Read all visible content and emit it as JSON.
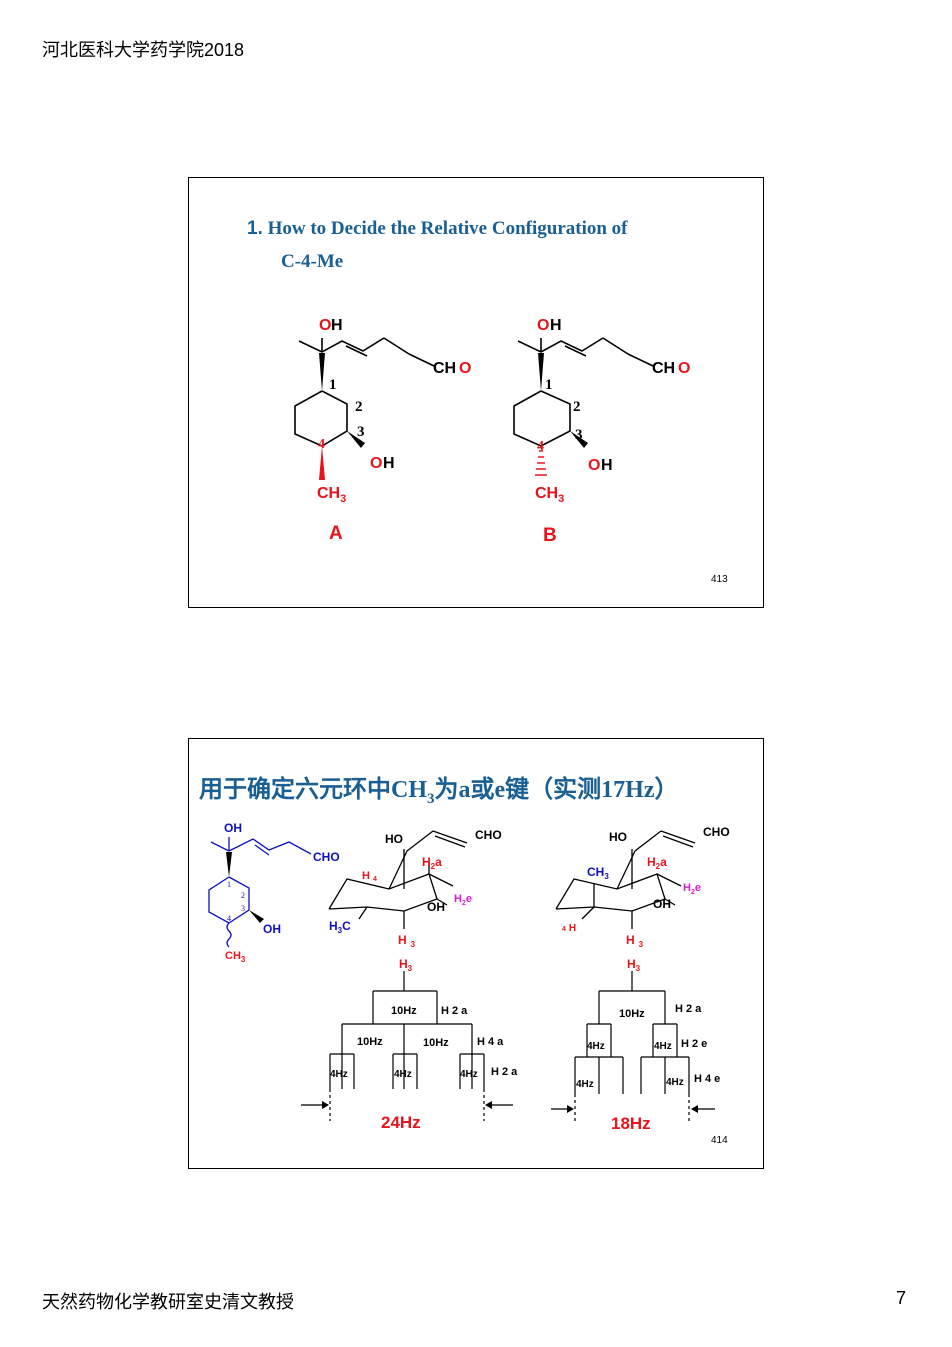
{
  "header": {
    "institution": "河北医科大学药学院2018"
  },
  "footer": {
    "department": "天然药物化学教研室史清文教授",
    "page_number": "7"
  },
  "slide1": {
    "title_number": "1.",
    "title_line1": "How to Decide the Relative Configuration of",
    "title_line2": "C-4-Me",
    "slide_number": "413",
    "structure_a": {
      "label": "A",
      "substituents": {
        "oh_top_o": "O",
        "oh_top_h": "H",
        "cho_ch": "CH",
        "cho_o": "O",
        "oh3_o": "O",
        "oh3_h": "H",
        "ch3": "CH",
        "ch3_sub": "3"
      },
      "atom_numbers": [
        "1",
        "2",
        "3",
        "4"
      ]
    },
    "structure_b": {
      "label": "B",
      "substituents": {
        "oh_top_o": "O",
        "oh_top_h": "H",
        "cho_ch": "CH",
        "cho_o": "O",
        "oh3_o": "O",
        "oh3_h": "H",
        "ch3": "CH",
        "ch3_sub": "3"
      },
      "atom_numbers": [
        "1",
        "2",
        "3",
        "4"
      ]
    }
  },
  "slide2": {
    "title_part1": "用于确定六元环中CH",
    "title_sub": "3",
    "title_part2": "为a或e键（实测17Hz）",
    "slide_number": "414",
    "left_structure": {
      "oh_top": "OH",
      "cho": "CHO",
      "oh3": "OH",
      "ch3": "CH",
      "ch3_sub": "3",
      "atom_numbers": [
        "1",
        "2",
        "3",
        "4"
      ]
    },
    "chair_a": {
      "ho": "HO",
      "cho": "CHO",
      "h2a": "H",
      "h2a_sub": "2",
      "h2a_tail": "a",
      "h4": "H",
      "h4_sub": "4",
      "h2e": "H",
      "h2e_sub": "2",
      "h2e_tail": "e",
      "oh": "OH",
      "h3c": "H",
      "h3c_sub": "3",
      "h3c_tail": "C",
      "h3": "H",
      "h3_sub": "3"
    },
    "chair_b": {
      "ho": "HO",
      "cho": "CHO",
      "ch3": "CH",
      "ch3_sub": "3",
      "h2a": "H",
      "h2a_sub": "2",
      "h2a_tail": "a",
      "h2e": "H",
      "h2e_sub": "2",
      "h2e_tail": "e",
      "oh": "OH",
      "h4_pre": "4",
      "h4": "H",
      "h3": "H",
      "h3_sub": "3"
    },
    "tree_a": {
      "top": "H",
      "top_sub": "3",
      "level1": {
        "coupling": "10Hz",
        "label": "H 2 a"
      },
      "level2": {
        "couplings": [
          "10Hz",
          "10Hz"
        ],
        "label": "H 4 a"
      },
      "level3": {
        "couplings": [
          "4Hz",
          "4Hz",
          "4Hz"
        ],
        "label": "H 2 a"
      },
      "total": "24Hz"
    },
    "tree_b": {
      "top": "H",
      "top_sub": "3",
      "level1": {
        "coupling": "10Hz",
        "label": "H 2 a"
      },
      "level2": {
        "couplings": [
          "4Hz",
          "4Hz"
        ],
        "label": "H 2 e"
      },
      "level3": {
        "couplings": [
          "4Hz",
          "4Hz"
        ],
        "label": "H 4 e"
      },
      "total": "18Hz"
    },
    "colors": {
      "title": "#1a5f93",
      "red": "#e8141b",
      "blue": "#1010c0",
      "magenta": "#d21ecf"
    }
  }
}
